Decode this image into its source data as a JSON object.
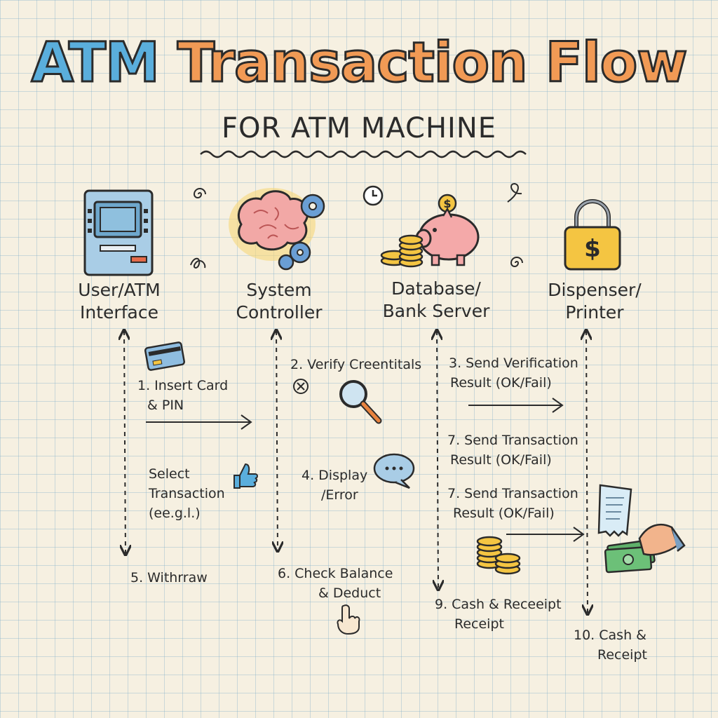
{
  "title": {
    "part1": "ATM ",
    "part2": "Transaction Flow"
  },
  "subtitle": "FOR ATM MACHINE",
  "lanes": [
    {
      "line1": "User/ATM",
      "line2": "Interface",
      "icon": "atm-machine-icon"
    },
    {
      "line1": "System",
      "line2": "Controller",
      "icon": "brain-gears-icon"
    },
    {
      "line1": "Database/",
      "line2": "Bank Server",
      "icon": "piggy-bank-coins-icon"
    },
    {
      "line1": "Dispenser/",
      "line2": "Printer",
      "icon": "padlock-dollar-icon"
    }
  ],
  "steps": {
    "s1": {
      "line1": "1. Insert Card",
      "line2": "& PIN"
    },
    "s2": {
      "line1": "2. Verify Creentitals"
    },
    "s3": {
      "line1": "3. Send Verification",
      "line2": "Result (OK/Fail)"
    },
    "s_select": {
      "line1": "Select",
      "line2": "Transaction",
      "line3": "(ee.g.l.)"
    },
    "s4": {
      "line1": "4. Display",
      "line2": "/Error"
    },
    "s7a": {
      "line1": "7. Send Transaction",
      "line2": "Result (OK/Fail)"
    },
    "s7b": {
      "line1": "7. Send Transaction",
      "line2": "Result (OK/Fail)"
    },
    "s5": {
      "line1": "5. Withrraw"
    },
    "s6": {
      "line1": "6. Check Balance",
      "line2": "& Deduct"
    },
    "s9": {
      "line1": "9.  Cash & Receeipt",
      "line2": "Receipt"
    },
    "s10": {
      "line1": "10. Cash &",
      "line2": "Receipt"
    }
  },
  "colors": {
    "title_blue": "#5aaedc",
    "title_orange": "#f19a55",
    "ink": "#2b2b2b",
    "grid": "#9cc3d8",
    "paper": "#f6f0e1"
  }
}
